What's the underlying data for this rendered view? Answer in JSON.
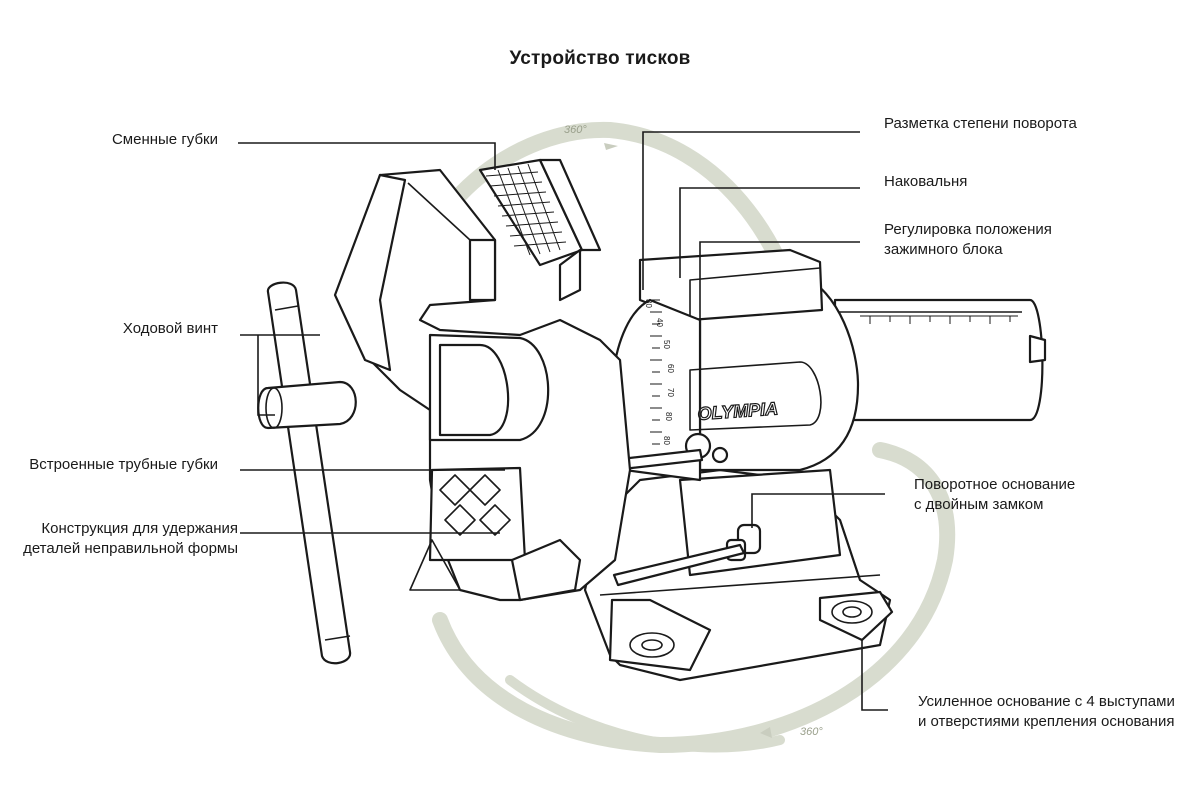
{
  "title": "Устройство тисков",
  "labels": {
    "replaceable_jaws": "Сменные губки",
    "lead_screw": "Ходовой винт",
    "pipe_jaws": "Встроенные трубные губки",
    "irregular_parts_line1": "Конструкция для удержания",
    "irregular_parts_line2": "деталей неправильной формы",
    "rotation_scale": "Разметка степени поворота",
    "anvil": "Наковальня",
    "clamp_adjust_line1": "Регулировка положения",
    "clamp_adjust_line2": "зажимного блока",
    "swivel_base_line1": "Поворотное основание",
    "swivel_base_line2": "с двойным замком",
    "reinforced_base_line1": "Усиленное основание с 4 выступами",
    "reinforced_base_line2": "и отверстиями крепления основания"
  },
  "brand": "OLYMPIA",
  "rotation_top": "360°",
  "rotation_bottom": "360°",
  "scale_marks": [
    "30",
    "40",
    "50",
    "60",
    "70",
    "80",
    "80"
  ],
  "colors": {
    "rotation_arc": "#d8dccf",
    "ink": "#1a1a1a"
  }
}
